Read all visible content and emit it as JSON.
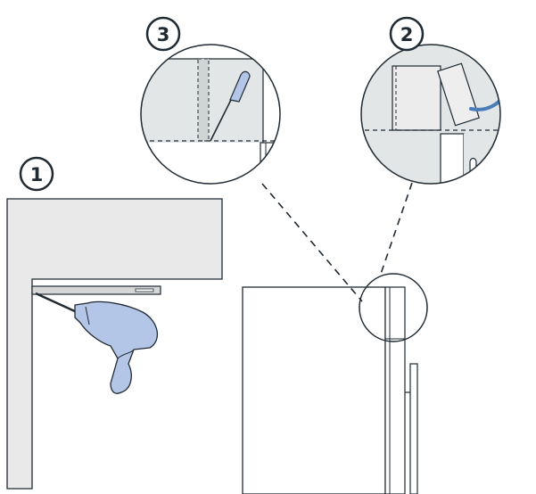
{
  "steps": [
    {
      "number": "1"
    },
    {
      "number": "2"
    },
    {
      "number": "3"
    }
  ],
  "colors": {
    "line": "#1f2a33",
    "wall_fill": "#e9e9e9",
    "detail_fill": "#dfe5e3",
    "tool_fill": "#b4c6e7",
    "arrow": "#4a7db8",
    "background": "#ffffff"
  },
  "icons": [
    "drill-icon",
    "screwdriver-icon",
    "lift-arrow-icon"
  ]
}
